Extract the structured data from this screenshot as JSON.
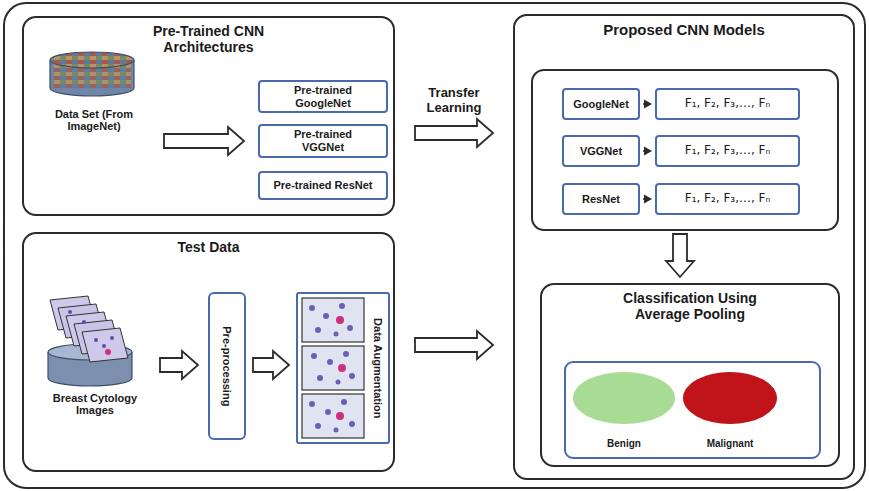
{
  "diagram": {
    "nodes": [
      {
        "text": [
          "Pre-Trained CNN Architectures"
        ]
      },
      {
        "text": [
          "Data Set (From ImageNet)"
        ],
        "in": 0
      },
      {
        "text": [
          "Pre-trained GoogleNet"
        ],
        "in": 0
      },
      {
        "text": [
          "Pre-trained VGGNet"
        ],
        "in": 0
      },
      {
        "text": [
          "Pre-trained ResNet"
        ],
        "in": 0
      },
      {
        "text": [
          "Test Data"
        ]
      },
      {
        "text": [
          "Breast Cytology Images"
        ],
        "in": 5
      },
      {
        "text": [
          "Pre-processing"
        ],
        "in": 5
      },
      {
        "text": [
          "Data Augmentation"
        ],
        "in": 5
      },
      {
        "text": [
          "Proposed CNN Models"
        ]
      },
      {
        "text": [
          "GoogleNet"
        ],
        "in": 9
      },
      {
        "text": [
          "F₁, F₂, F₃,…, Fₙ"
        ],
        "in": 9
      },
      {
        "text": [
          "VGGNet"
        ],
        "in": 9
      },
      {
        "text": [
          "F₁, F₂, F₃,…, Fₙ"
        ],
        "in": 9
      },
      {
        "text": [
          "ResNet"
        ],
        "in": 9
      },
      {
        "text": [
          "F₁, F₂, F₃,…, Fₙ"
        ],
        "in": 9
      },
      {
        "text": [
          "Classification Using Average Pooling"
        ],
        "in": 9
      },
      {
        "text": [
          "Benign"
        ],
        "in": 16
      },
      {
        "text": [
          "Malignant"
        ],
        "in": 16
      }
    ],
    "edges": [
      {
        "from": 1,
        "to": 3,
        "arrow": "to"
      },
      {
        "from": 0,
        "to": 9,
        "label": "Transfer Learning",
        "arrow": "to"
      },
      {
        "from": 6,
        "to": 7,
        "arrow": "to"
      },
      {
        "from": 7,
        "to": 8,
        "arrow": "to"
      },
      {
        "from": 5,
        "to": 9,
        "arrow": "to"
      },
      {
        "from": 10,
        "to": 11,
        "arrow": "to"
      },
      {
        "from": 12,
        "to": 13,
        "arrow": "to"
      },
      {
        "from": 14,
        "to": 15,
        "arrow": "to"
      },
      {
        "from": 15,
        "to": 16,
        "arrow": "to"
      }
    ]
  }
}
